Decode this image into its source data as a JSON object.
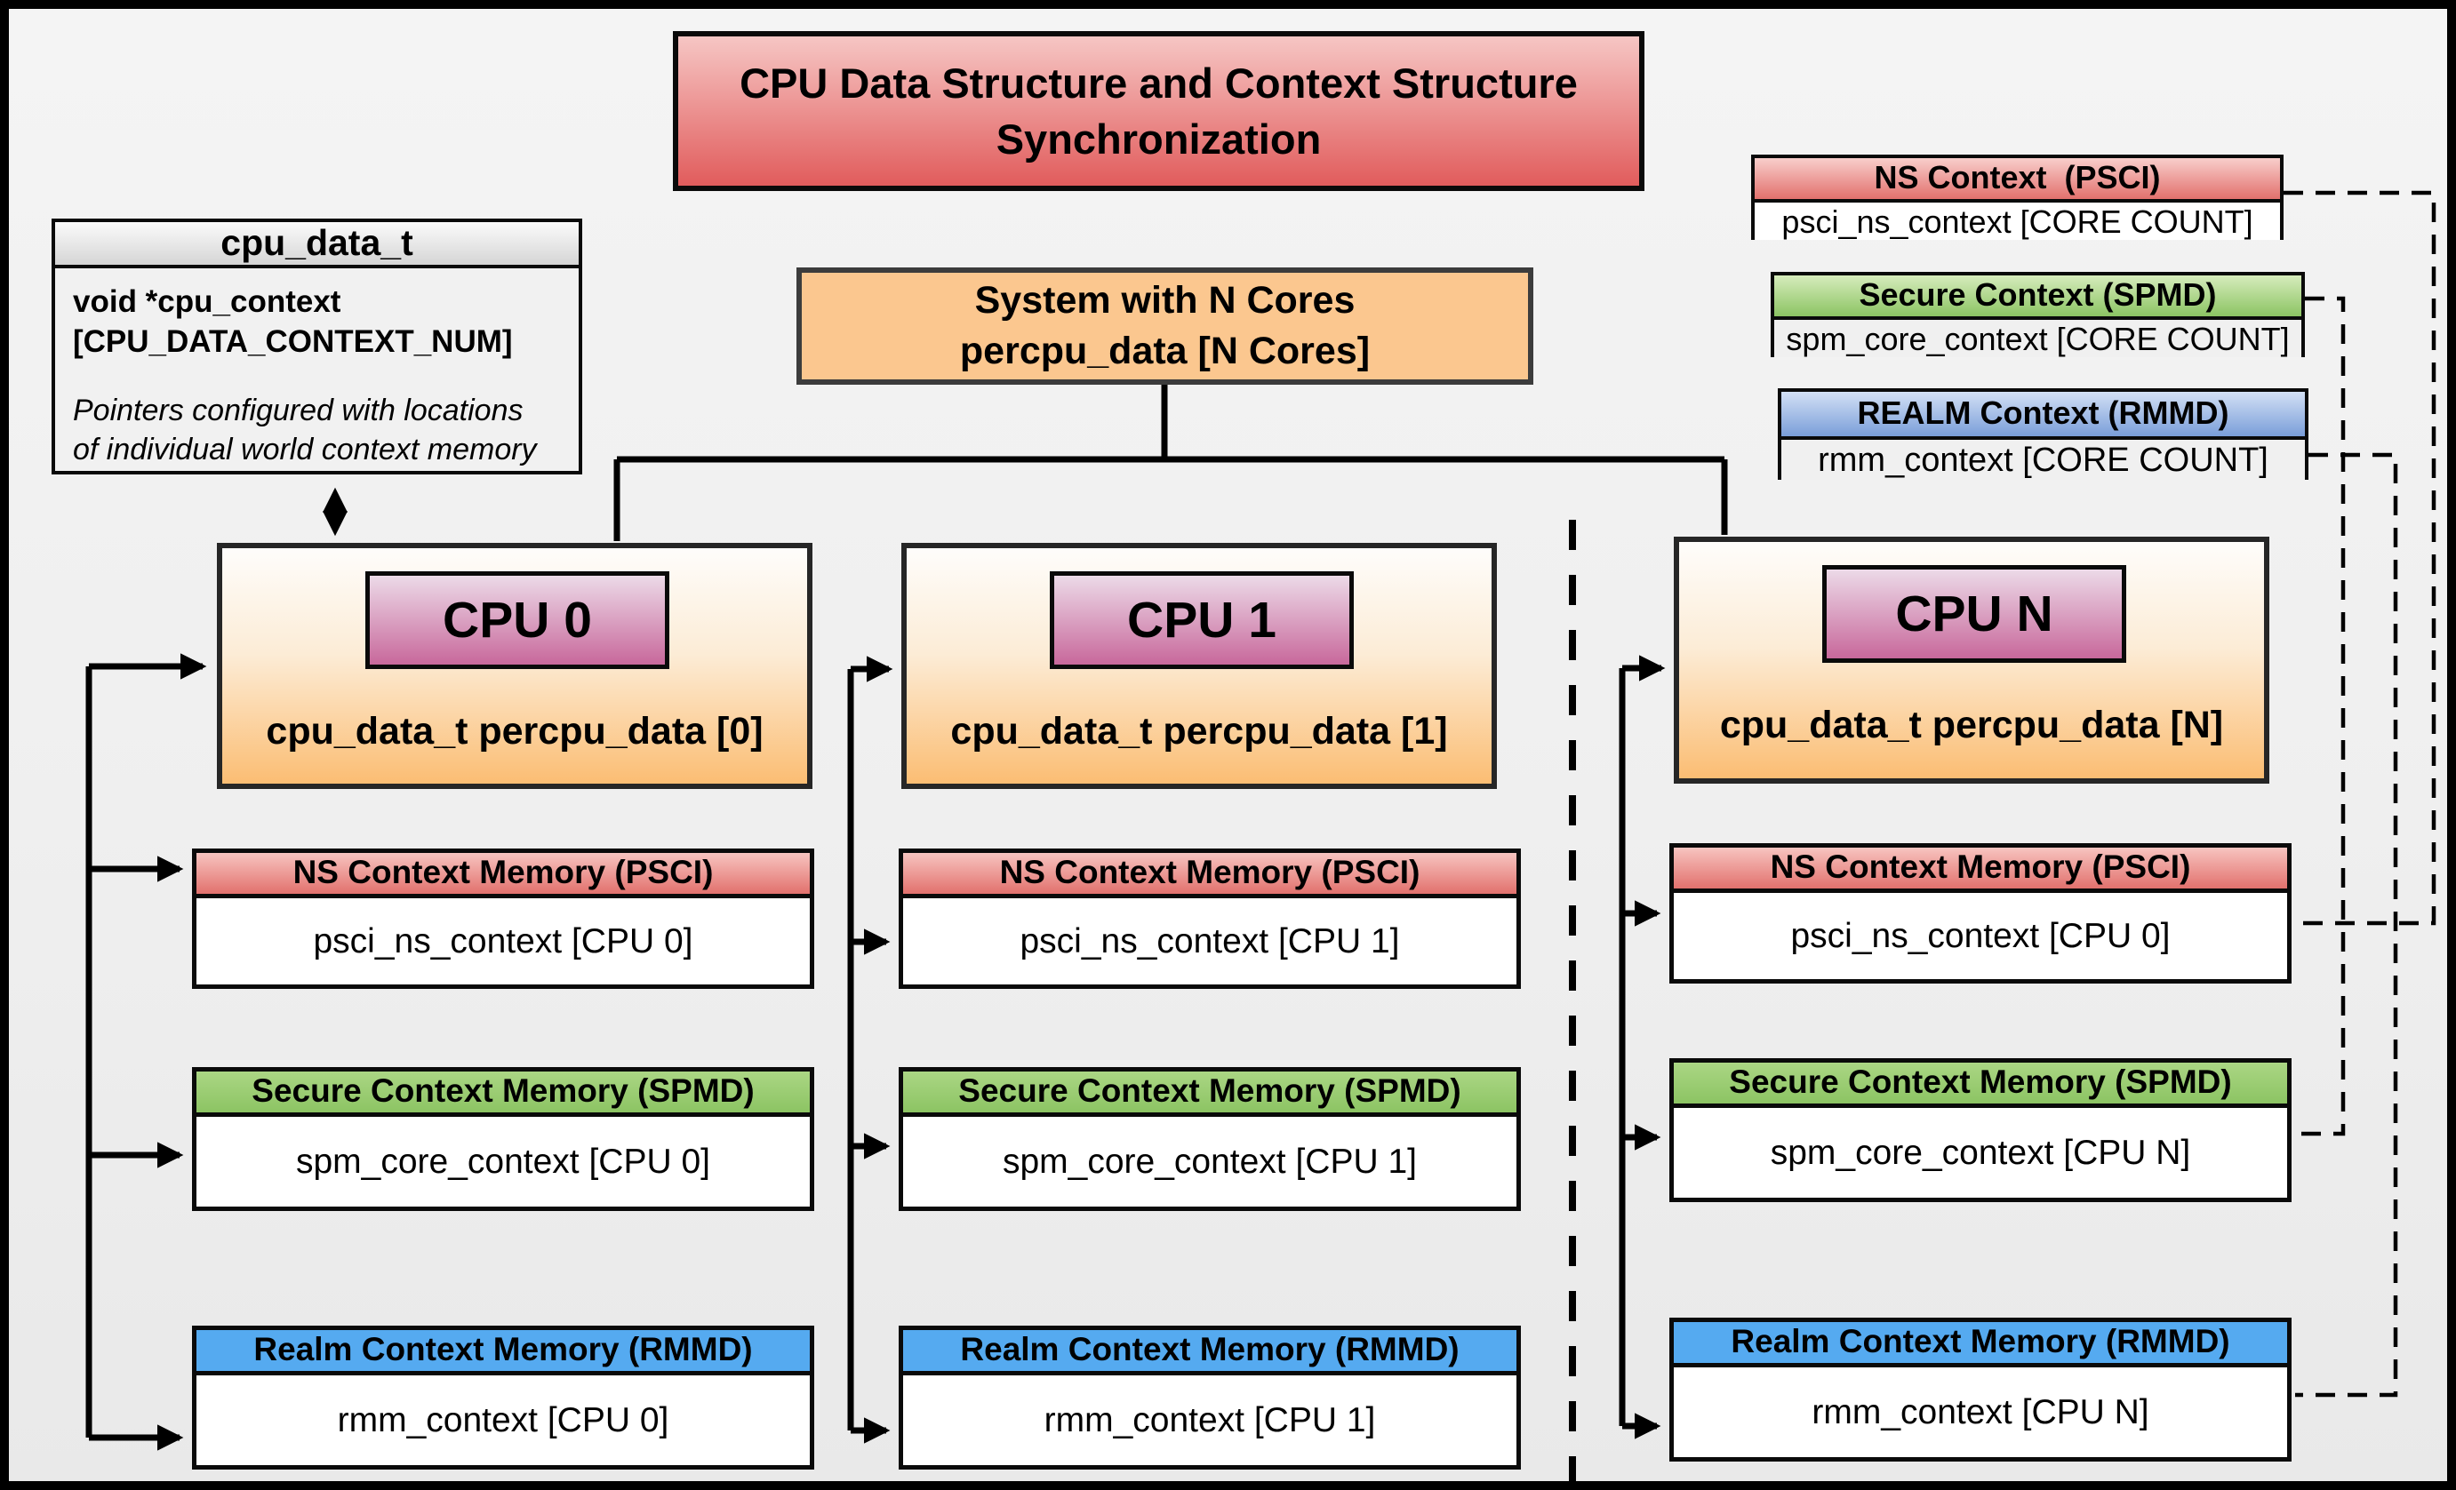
{
  "title": "CPU Data Structure and Context Structure Synchronization",
  "cpu_data_t_box": {
    "header": "cpu_data_t",
    "field_line1": "void *cpu_context",
    "field_line2": "[CPU_DATA_CONTEXT_NUM]",
    "note_line1": "Pointers configured with locations",
    "note_line2": "of individual world context memory"
  },
  "system_box": {
    "line1": "System with N Cores",
    "line2": "percpu_data [N Cores]"
  },
  "legend": [
    {
      "header": "NS Context  (PSCI)",
      "body": "psci_ns_context [CORE COUNT]"
    },
    {
      "header": "Secure Context (SPMD)",
      "body": "spm_core_context [CORE COUNT]"
    },
    {
      "header": "REALM Context (RMMD)",
      "body": "rmm_context [CORE COUNT]"
    }
  ],
  "cpus": [
    {
      "name": "CPU 0",
      "data_label": "cpu_data_t percpu_data [0]",
      "contexts": [
        {
          "header": "NS Context Memory (PSCI)",
          "body": "psci_ns_context [CPU 0]"
        },
        {
          "header": "Secure Context Memory (SPMD)",
          "body": "spm_core_context [CPU 0]"
        },
        {
          "header": "Realm Context Memory (RMMD)",
          "body": "rmm_context [CPU 0]"
        }
      ]
    },
    {
      "name": "CPU 1",
      "data_label": "cpu_data_t percpu_data [1]",
      "contexts": [
        {
          "header": "NS Context Memory (PSCI)",
          "body": "psci_ns_context [CPU 1]"
        },
        {
          "header": "Secure Context Memory (SPMD)",
          "body": "spm_core_context [CPU 1]"
        },
        {
          "header": "Realm Context Memory (RMMD)",
          "body": "rmm_context [CPU 1]"
        }
      ]
    },
    {
      "name": "CPU N",
      "data_label": "cpu_data_t percpu_data [N]",
      "contexts": [
        {
          "header": "NS Context Memory (PSCI)",
          "body": "psci_ns_context [CPU 0]"
        },
        {
          "header": "Secure Context Memory (SPMD)",
          "body": "spm_core_context [CPU N]"
        },
        {
          "header": "Realm Context Memory (RMMD)",
          "body": "rmm_context [CPU N]"
        }
      ]
    }
  ],
  "colors": {
    "title_red": "#e15c5c",
    "system_orange": "#fbc78f",
    "ns_red": "#e2716d",
    "secure_green": "#8cc463",
    "realm_blue": "#55aaf0",
    "realm_legend_blue": "#7a9ed9",
    "cpu_orange": "#fbbd73",
    "cpu_title_pink": "#c8689b"
  }
}
